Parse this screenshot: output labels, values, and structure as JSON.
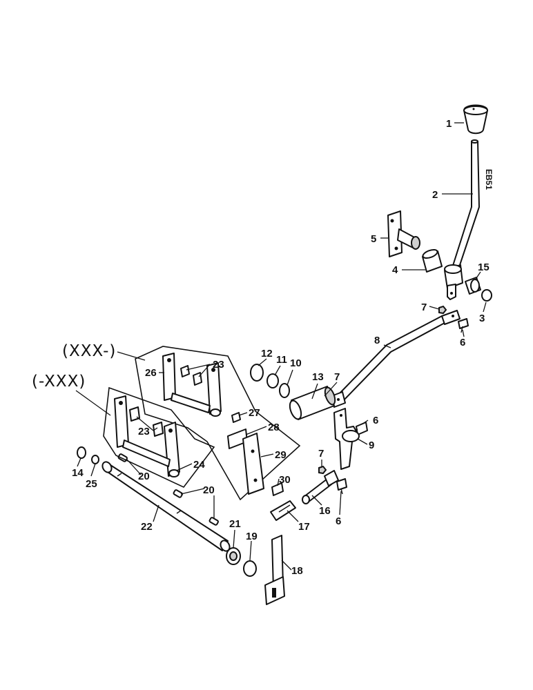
{
  "diagram": {
    "group_labels": [
      "(XXX-)",
      "(-XXX)"
    ],
    "lever_stamp": "EB51",
    "callouts": [
      "1",
      "2",
      "3",
      "4",
      "5",
      "6",
      "6",
      "6",
      "7",
      "7",
      "7",
      "8",
      "9",
      "10",
      "11",
      "12",
      "13",
      "14",
      "15",
      "16",
      "17",
      "18",
      "19",
      "20",
      "20",
      "21",
      "22",
      "23",
      "23",
      "24",
      "25",
      "26",
      "27",
      "28",
      "29",
      "30"
    ]
  }
}
